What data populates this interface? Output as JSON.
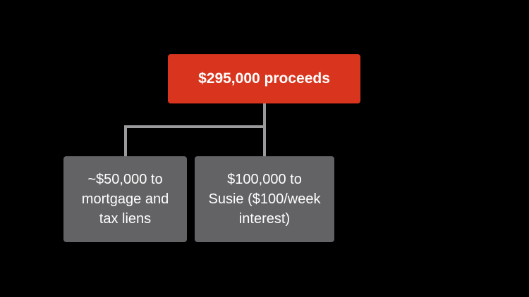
{
  "diagram": {
    "root": {
      "label": "$295,000 proceeds",
      "color": "#D9351E"
    },
    "children": [
      {
        "lines": [
          "~$50,000 to",
          "mortgage and",
          "tax liens"
        ],
        "color": "#636366"
      },
      {
        "lines": [
          "$100,000 to",
          "Susie ($100/week",
          "interest)"
        ],
        "color": "#636366"
      }
    ],
    "connector_color": "#9A9A9C",
    "background": "#000000"
  }
}
